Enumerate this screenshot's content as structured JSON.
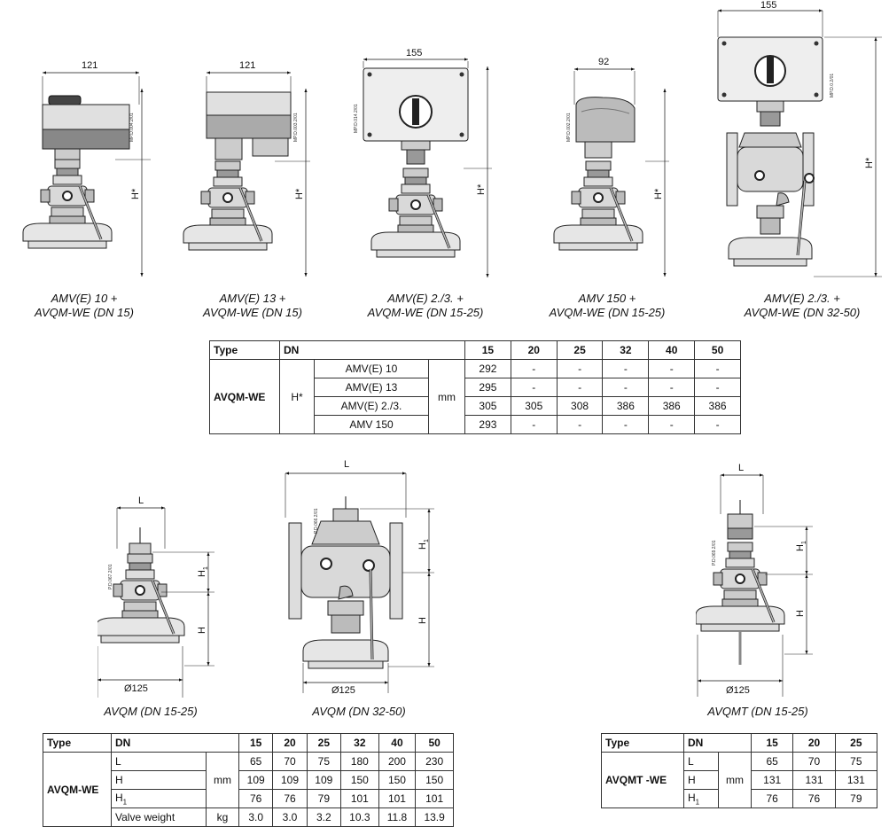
{
  "top_figures": [
    {
      "width_dim": "121",
      "height_dim": "H*",
      "ref": "MP.D.004.2/01",
      "caption": [
        "AMV(E) 10 +",
        "AVQM-WE (DN 15)"
      ]
    },
    {
      "width_dim": "121",
      "height_dim": "H*",
      "ref": "MP.D.003.2/01",
      "caption": [
        "AMV(E) 13 +",
        "AVQM-WE (DN 15)"
      ]
    },
    {
      "width_dim": "155",
      "height_dim": "H*",
      "ref": "MP.D.014.2/01",
      "caption": [
        "AMV(E) 2./3. +",
        "AVQM-WE (DN 15-25)"
      ]
    },
    {
      "width_dim": "92",
      "height_dim": "H*",
      "ref": "MP.D.002.2/01",
      "caption": [
        "AMV 150 +",
        "AVQM-WE (DN 15-25)"
      ]
    },
    {
      "width_dim": "155",
      "height_dim": "H*",
      "ref": "MP.D.0.2/01",
      "caption": [
        "AMV(E) 2./3. +",
        "AVQM-WE (DN 32-50)"
      ]
    }
  ],
  "table1": {
    "headers": [
      "Type",
      "DN",
      "15",
      "20",
      "25",
      "32",
      "40",
      "50"
    ],
    "type": "AVQM-WE",
    "param": "H*",
    "unit": "mm",
    "rows": [
      {
        "label": "AMV(E) 10",
        "values": [
          "292",
          "-",
          "-",
          "-",
          "-",
          "-"
        ]
      },
      {
        "label": "AMV(E) 13",
        "values": [
          "295",
          "-",
          "-",
          "-",
          "-",
          "-"
        ]
      },
      {
        "label": "AMV(E) 2./3.",
        "values": [
          "305",
          "305",
          "308",
          "386",
          "386",
          "386"
        ]
      },
      {
        "label": "AMV 150",
        "values": [
          "293",
          "-",
          "-",
          "-",
          "-",
          "-"
        ]
      }
    ]
  },
  "bottom_figures": [
    {
      "l": "L",
      "h": "H",
      "h1": "H",
      "h1_sub": "1",
      "diameter": "Ø125",
      "ref": "P.D.067.2/01",
      "caption": "AVQM (DN 15-25)"
    },
    {
      "l": "L",
      "h": "H",
      "h1": "H",
      "h1_sub": "1",
      "diameter": "Ø125",
      "ref": "P.D.066.2/01",
      "caption": "AVQM (DN 32-50)"
    },
    {
      "l": "L",
      "h": "H",
      "h1": "H",
      "h1_sub": "1",
      "diameter": "Ø125",
      "ref": "P.D.069.2/01",
      "caption": "AVQMT (DN 15-25)"
    }
  ],
  "table2": {
    "headers": [
      "Type",
      "DN",
      "15",
      "20",
      "25",
      "32",
      "40",
      "50"
    ],
    "type": "AVQM-WE",
    "rows": [
      {
        "label": "L",
        "sub": "",
        "unit": "mm",
        "values": [
          "65",
          "70",
          "75",
          "180",
          "200",
          "230"
        ]
      },
      {
        "label": "H",
        "sub": "",
        "unit": "",
        "values": [
          "109",
          "109",
          "109",
          "150",
          "150",
          "150"
        ]
      },
      {
        "label": "H",
        "sub": "1",
        "unit": "",
        "values": [
          "76",
          "76",
          "79",
          "101",
          "101",
          "101"
        ]
      },
      {
        "label": "Valve weight",
        "sub": "",
        "unit": "kg",
        "values": [
          "3.0",
          "3.0",
          "3.2",
          "10.3",
          "11.8",
          "13.9"
        ]
      }
    ]
  },
  "table3": {
    "headers": [
      "Type",
      "DN",
      "15",
      "20",
      "25"
    ],
    "type": "AVQMT -WE",
    "unit": "mm",
    "rows": [
      {
        "label": "L",
        "sub": "",
        "values": [
          "65",
          "70",
          "75"
        ]
      },
      {
        "label": "H",
        "sub": "",
        "values": [
          "131",
          "131",
          "131"
        ]
      },
      {
        "label": "H",
        "sub": "1",
        "values": [
          "76",
          "76",
          "79"
        ]
      }
    ]
  }
}
